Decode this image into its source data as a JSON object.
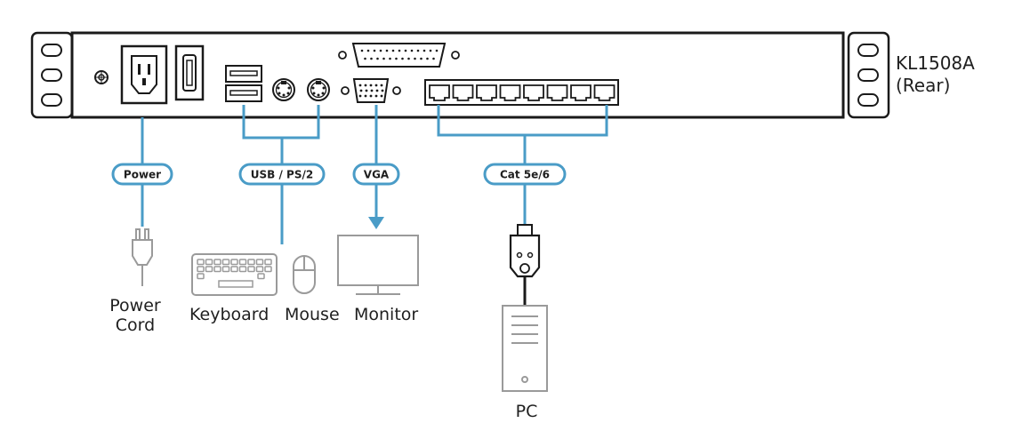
{
  "device": {
    "model": "KL1508A",
    "view": "(Rear)"
  },
  "connectors": {
    "power": "Power",
    "usb_ps2": "USB / PS/2",
    "vga": "VGA",
    "cat": "Cat 5e/6"
  },
  "devices": {
    "power_cord_line1": "Power",
    "power_cord_line2": "Cord",
    "keyboard": "Keyboard",
    "mouse": "Mouse",
    "monitor": "Monitor",
    "pc": "PC"
  },
  "colors": {
    "cable": "#4a9cc7",
    "outline": "#1a1a1a",
    "device_gray": "#9a9a9a"
  }
}
